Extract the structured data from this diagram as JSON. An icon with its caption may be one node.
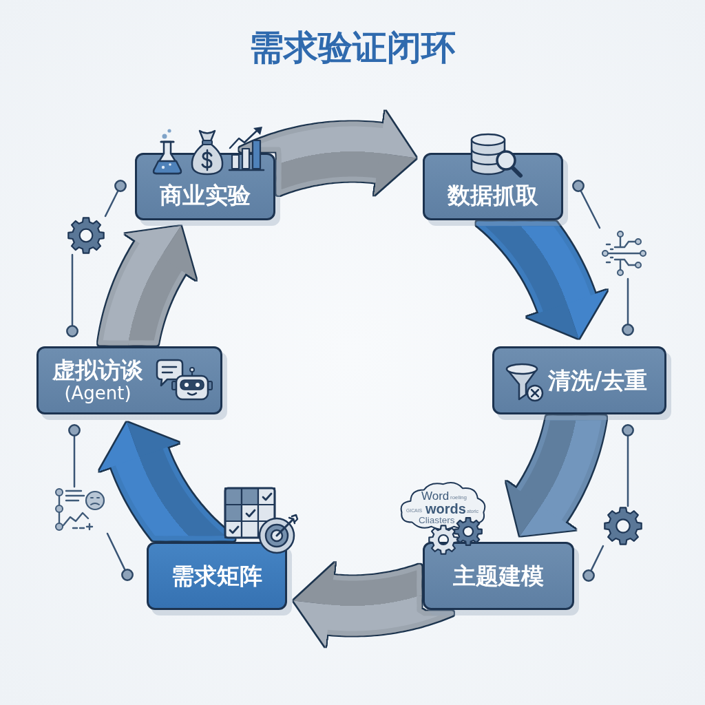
{
  "diagram": {
    "title": "需求验证闭环",
    "nodes": [
      {
        "text": [
          "商业实验"
        ]
      },
      {
        "text": [
          "数据抓取"
        ]
      },
      {
        "text": [
          "清洗/去重"
        ]
      },
      {
        "text": [
          "主题建模"
        ]
      },
      {
        "text": [
          "需求矩阵"
        ]
      },
      {
        "text": [
          "虚拟访谈",
          "(Agent)"
        ]
      },
      {
        "text": [],
        "shape": "circle"
      },
      {
        "text": [],
        "shape": "gear"
      },
      {
        "text": [],
        "shape": "circle"
      },
      {
        "text": [],
        "shape": "circle"
      },
      {
        "text": [],
        "shape": "picture"
      },
      {
        "text": [],
        "shape": "circle"
      },
      {
        "text": [],
        "shape": "circle"
      },
      {
        "text": [],
        "shape": "gear"
      },
      {
        "text": [],
        "shape": "circle"
      },
      {
        "text": [],
        "shape": "circle"
      },
      {
        "text": [],
        "shape": "picture"
      },
      {
        "text": [],
        "shape": "circle"
      }
    ],
    "edges": [
      {
        "from": 0,
        "to": 1,
        "arrow": "to",
        "style": "thick",
        "color": "#9ca5af"
      },
      {
        "from": 1,
        "to": 2,
        "arrow": "to",
        "style": "thick",
        "color": "#3d7bbd"
      },
      {
        "from": 2,
        "to": 3,
        "arrow": "to",
        "style": "thick",
        "color": "#6a8cb0"
      },
      {
        "from": 3,
        "to": 4,
        "arrow": "to",
        "style": "thick",
        "color": "#9ca5af"
      },
      {
        "from": 4,
        "to": 5,
        "arrow": "to",
        "style": "thick",
        "color": "#3d7bbd"
      },
      {
        "from": 5,
        "to": 0,
        "arrow": "to",
        "style": "thick",
        "color": "#9ca5af"
      },
      {
        "from": 6,
        "to": 7,
        "arrow": "none"
      },
      {
        "from": 7,
        "to": 8,
        "arrow": "none"
      },
      {
        "from": 9,
        "to": 10,
        "arrow": "none"
      },
      {
        "from": 10,
        "to": 11,
        "arrow": "none"
      },
      {
        "from": 12,
        "to": 13,
        "arrow": "none"
      },
      {
        "from": 13,
        "to": 14,
        "arrow": "none"
      },
      {
        "from": 15,
        "to": 16,
        "arrow": "none"
      },
      {
        "from": 16,
        "to": 17,
        "arrow": "none"
      }
    ],
    "labels": [
      "Word",
      "roeling",
      "GICAIS",
      "words",
      "atoric",
      "Cliasters"
    ]
  }
}
